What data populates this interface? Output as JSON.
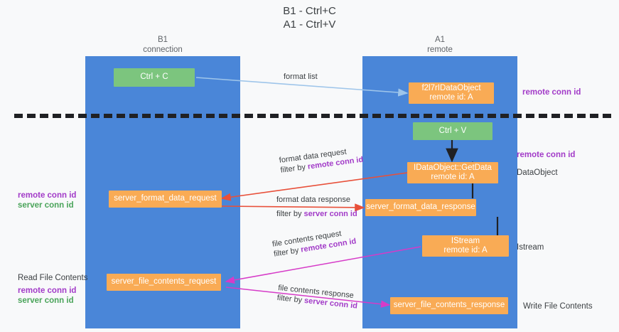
{
  "title": {
    "line1": "B1 - Ctrl+C",
    "line2": "A1 - Ctrl+V"
  },
  "lanes": [
    {
      "id": "b1",
      "name": "B1",
      "role": "connection"
    },
    {
      "id": "a1",
      "name": "A1",
      "role": "remote"
    }
  ],
  "boxes": {
    "ctrl_c": "Ctrl + C",
    "ctrl_v": "Ctrl + V",
    "idataobject_top_l1": "f2l7rIDataObject",
    "idataobject_top_l2": "remote id: A",
    "getdata_l1": "IDataObject::GetData",
    "getdata_l2": "remote id: A",
    "istream_l1": "IStream",
    "istream_l2": "remote id: A",
    "server_format_data_request": "server_format_data_request",
    "server_format_data_response": "server_format_data_response",
    "server_file_contents_request": "server_file_contents_request",
    "server_file_contents_response": "server_file_contents_response"
  },
  "arrow_labels": {
    "format_list": "format list",
    "format_data_request": "format data request",
    "format_data_request_filter_prefix": "filter by ",
    "format_data_request_filter_key": "remote conn id",
    "format_data_response": "format data response",
    "format_data_response_filter_prefix": "filter by ",
    "format_data_response_filter_key": "server conn id",
    "file_contents_request": "file contents request",
    "file_contents_request_filter_prefix": "filter by ",
    "file_contents_request_filter_key": "remote conn id",
    "file_contents_response": "file contents response",
    "file_contents_response_filter_prefix": "filter by ",
    "file_contents_response_filter_key": "server conn id"
  },
  "annotations": {
    "right_remote_conn_id_top": "remote conn id",
    "right_remote_conn_id_mid": "remote conn id",
    "right_dataobject": "DataObject",
    "right_istream": "Istream",
    "right_write_file_contents": "Write File Contents",
    "left_remote_conn_id_mid": "remote conn id",
    "left_server_conn_id_mid": "server conn id",
    "left_read_file_contents": "Read File Contents",
    "left_remote_conn_id_bot": "remote conn id",
    "left_server_conn_id_bot": "server conn id"
  },
  "colors": {
    "lane": "#4a86d8",
    "box_green": "#7cc57e",
    "box_orange": "#f9ab55",
    "accent_purple": "#a23bc8",
    "accent_green": "#4aa45a",
    "arrow_blue": "#9ec5ea",
    "arrow_red": "#e8503a",
    "arrow_magenta": "#d63bc8",
    "arrow_black": "#202124",
    "divider": "#202124",
    "background": "#f8f9fa"
  }
}
